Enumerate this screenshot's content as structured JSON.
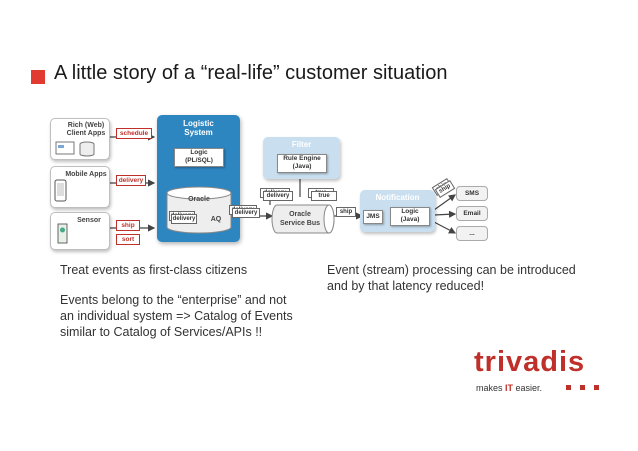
{
  "slide": {
    "title": "A little story of a “real-life” customer situation"
  },
  "diagram": {
    "sources": {
      "rich_web": "Rich (Web)\nClient Apps",
      "mobile": "Mobile Apps",
      "sensor": "Sensor"
    },
    "tags": {
      "schedule": "schedule",
      "delivery": "delivery",
      "ship": "ship",
      "sort": "sort",
      "true": "true"
    },
    "logistic_system": {
      "title": "Logistic\nSystem",
      "logic": "Logic\n(PL/SQL)",
      "oracle": "Oracle",
      "aq": "AQ"
    },
    "filter": {
      "title": "Filter",
      "rule_engine": "Rule Engine\n(Java)"
    },
    "service_bus": "Oracle\nService Bus",
    "notification": {
      "title": "Notification",
      "jms": "JMS",
      "logic": "Logic\n(Java)"
    },
    "outputs": [
      "SMS",
      "Email",
      "..."
    ]
  },
  "text": {
    "left_1": "Treat events as first-class citizens",
    "left_2": "Events belong to the “enterprise” and not an individual system => Catalog of Events similar to Catalog of Services/APIs !!",
    "right_1": "Event (stream) processing can be introduced and by that latency reduced!"
  },
  "logo": {
    "brand": "trivadis",
    "tagline_prefix": "makes ",
    "tagline_highlight": "IT",
    "tagline_suffix": " easier.",
    "colors": {
      "brand": "#c0302a",
      "text": "#333333"
    }
  },
  "colors": {
    "accent": "#e03a31",
    "panel_blue": "#2e86c1",
    "panel_light": "#c9dff0"
  }
}
